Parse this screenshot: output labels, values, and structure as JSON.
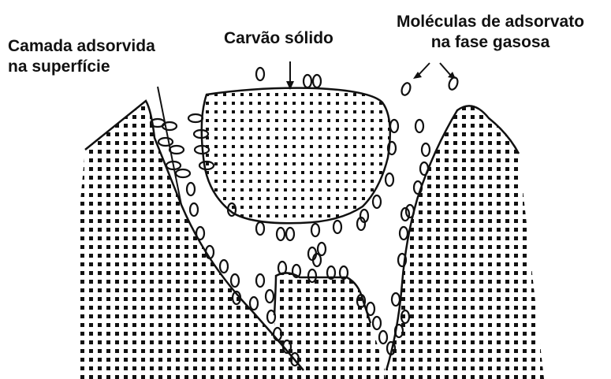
{
  "labels": {
    "adsorbed_layer": [
      "Camada adsorvida",
      "na superfície"
    ],
    "solid_carbon": "Carvão sólido",
    "gas_molecules": [
      "Moléculas de adsorvato",
      "na fase gasosa"
    ]
  },
  "colors": {
    "ink": "#111111",
    "background": "#ffffff"
  }
}
